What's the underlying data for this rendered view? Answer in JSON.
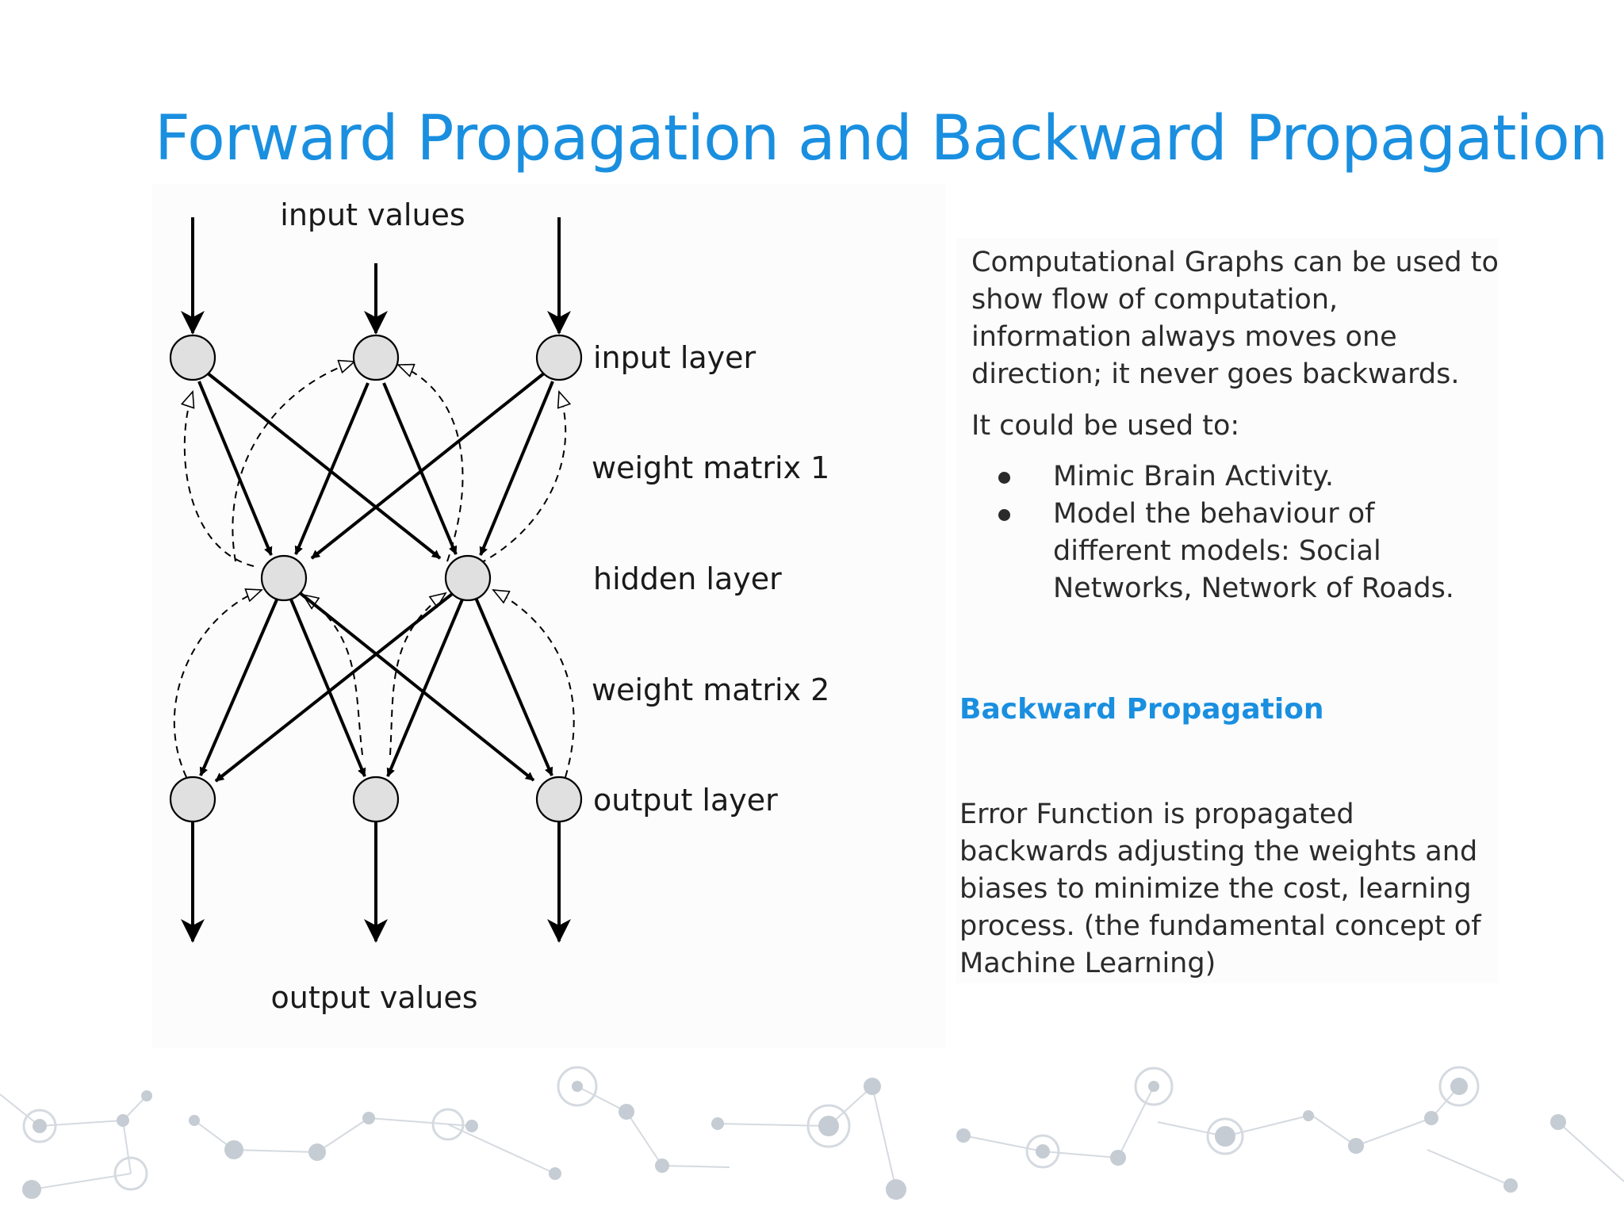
{
  "slide": {
    "title": "Forward Propagation and Backward Propagation"
  },
  "diagram": {
    "top_label": "input values",
    "bottom_label": "output values",
    "layer_labels": [
      "input layer",
      "weight matrix 1",
      "hidden layer",
      "weight matrix 2",
      "output layer"
    ]
  },
  "text": {
    "para1": "Computational Graphs can be used to show flow of computation, information always moves one direction; it never goes backwards.",
    "para2": "It could be used to:",
    "bullets": [
      "Mimic Brain Activity.",
      "Model the behaviour of different models:  Social Networks, Network of Roads."
    ],
    "subheading": "Backward Propagation",
    "para3": "Error Function is propagated backwards adjusting the weights and biases to minimize the cost, learning process. (the fundamental concept of Machine Learning)"
  },
  "colors": {
    "accent": "#1a8fe0",
    "text": "#2b2b2b",
    "node_fill": "#e0e0e0",
    "decor": "#c5ccd3"
  }
}
